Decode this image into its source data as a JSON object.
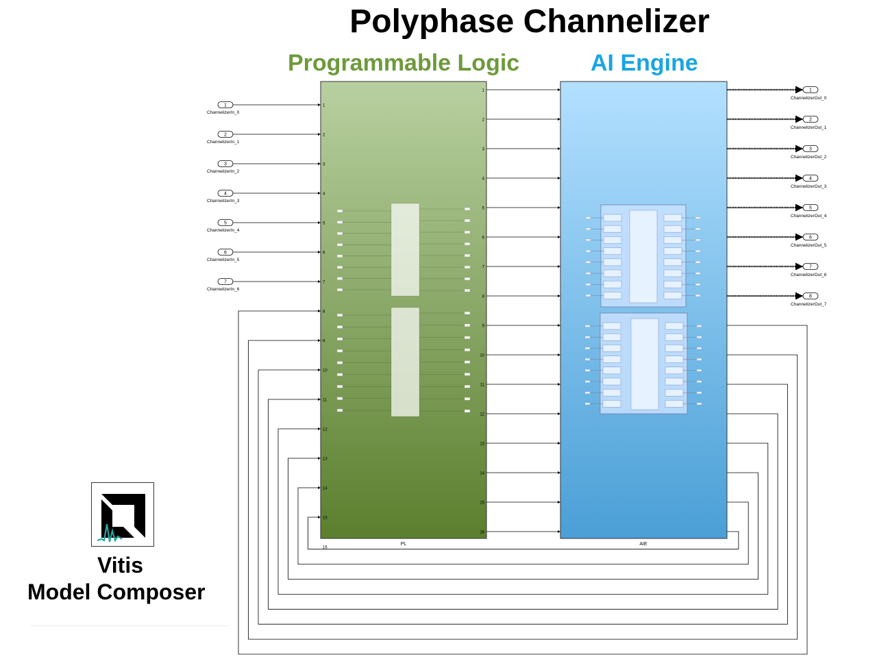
{
  "title": "Polyphase Channelizer",
  "pl": {
    "title": "Programmable Logic",
    "label": "PL"
  },
  "aie": {
    "title": "AI Engine",
    "label": "AIE"
  },
  "inputs": [
    {
      "num": "1",
      "name": "ChannelizerIn_0"
    },
    {
      "num": "2",
      "name": "ChannelizerIn_1"
    },
    {
      "num": "3",
      "name": "ChannelizerIn_2"
    },
    {
      "num": "4",
      "name": "ChannelizerIn_3"
    },
    {
      "num": "5",
      "name": "ChannelizerIn_4"
    },
    {
      "num": "6",
      "name": "ChannelizerIn_5"
    },
    {
      "num": "7",
      "name": "ChannelizerIn_6"
    }
  ],
  "outputs": [
    {
      "num": "1",
      "name": "ChannelizerOut_0"
    },
    {
      "num": "2",
      "name": "ChannelizerOut_1"
    },
    {
      "num": "3",
      "name": "ChannelizerOut_2"
    },
    {
      "num": "4",
      "name": "ChannelizerOut_3"
    },
    {
      "num": "5",
      "name": "ChannelizerOut_4"
    },
    {
      "num": "6",
      "name": "ChannelizerOut_5"
    },
    {
      "num": "7",
      "name": "ChannelizerOut_6"
    },
    {
      "num": "8",
      "name": "ChannelizerOut_7"
    }
  ],
  "ports": [
    "1",
    "2",
    "3",
    "4",
    "5",
    "6",
    "7",
    "8",
    "9",
    "10",
    "11",
    "12",
    "13",
    "14",
    "15",
    "16"
  ],
  "logo": {
    "icon": "amd-vitis-logo-icon"
  },
  "brand": {
    "line1": "Vitis",
    "line2": "Model Composer"
  },
  "colors": {
    "pl_top": "#b8d0a0",
    "pl_bottom": "#5b7f2e",
    "aie_top": "#b3e0ff",
    "aie_bottom": "#4a9fd6",
    "pl_title": "#6e9a3c",
    "aie_title": "#1ba5e1"
  }
}
